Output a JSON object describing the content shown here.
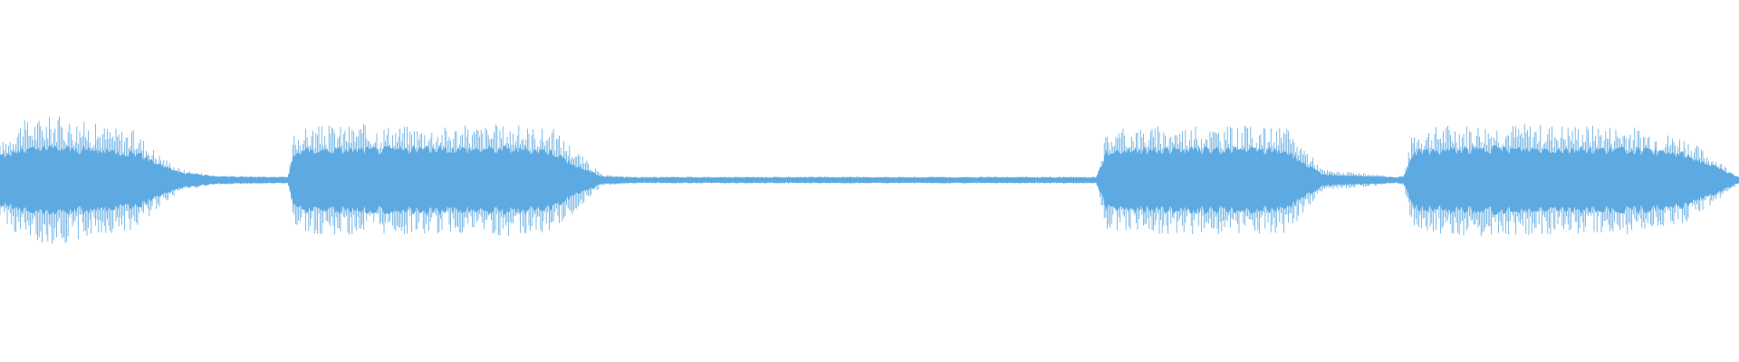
{
  "waveform": {
    "color": "#5DAAE2",
    "segments": [
      {
        "kind": "burst",
        "start": 0.0,
        "end": 0.165,
        "peak": 0.46,
        "body": 0.18
      },
      {
        "kind": "decay",
        "start": 0.165,
        "end": 0.17,
        "peak": 0.1,
        "body": 0.02
      },
      {
        "kind": "burst",
        "start": 0.17,
        "end": 0.345,
        "peak": 0.42,
        "body": 0.19
      },
      {
        "kind": "silence",
        "start": 0.345,
        "end": 0.635,
        "peak": 0.012,
        "body": 0.012
      },
      {
        "kind": "burst",
        "start": 0.635,
        "end": 0.815,
        "peak": 0.4,
        "body": 0.18
      },
      {
        "kind": "decay",
        "start": 0.815,
        "end": 0.81,
        "peak": 0.08,
        "body": 0.02
      },
      {
        "kind": "burst",
        "start": 0.81,
        "end": 1.0,
        "peak": 0.4,
        "body": 0.17
      }
    ]
  }
}
